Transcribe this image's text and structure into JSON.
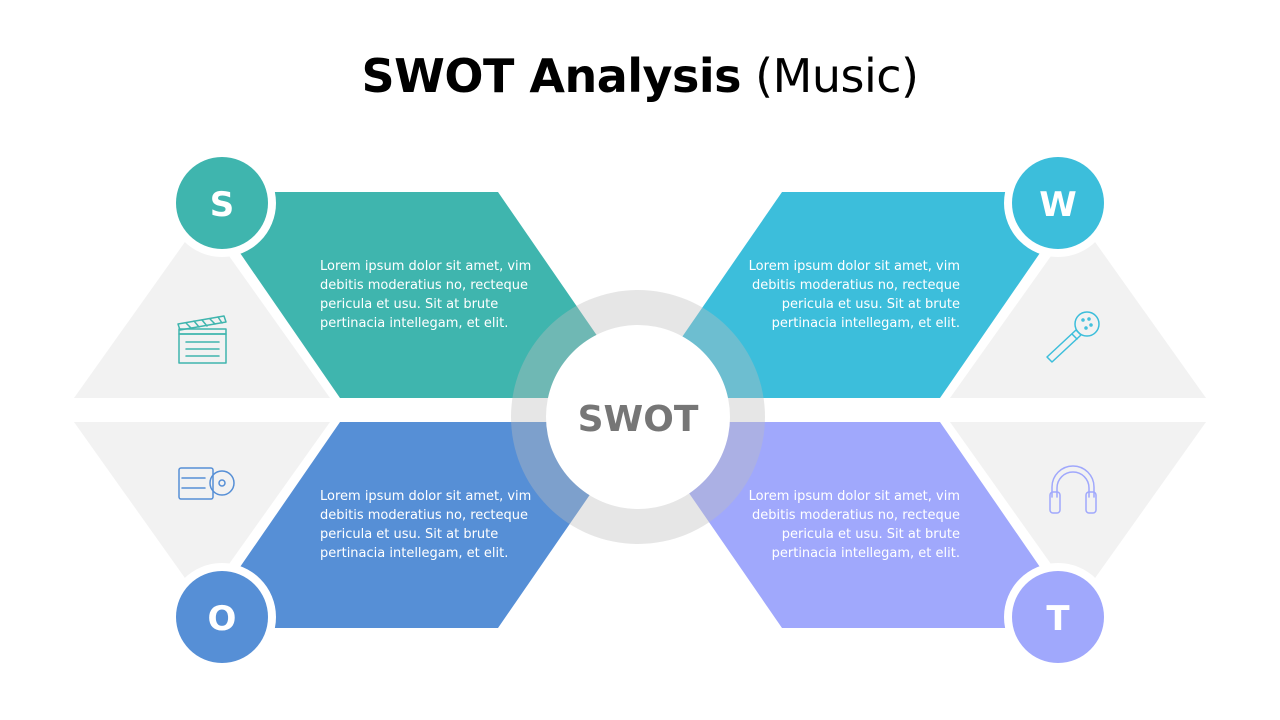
{
  "title": {
    "bold": "SWOT Analysis",
    "light": " (Music)"
  },
  "center_label": "SWOT",
  "quadrants": [
    {
      "key": "strengths",
      "letter": "S",
      "color": "#3fb5ae",
      "icon": "clapperboard-icon",
      "text": "Lorem ipsum dolor sit amet, vim debitis moderatius no, recteque pericula et usu. Sit at brute pertinacia intellegam, et elit."
    },
    {
      "key": "weaknesses",
      "letter": "W",
      "color": "#3cbedb",
      "icon": "microphone-icon",
      "text": "Lorem ipsum dolor sit amet, vim debitis moderatius no, recteque pericula et usu. Sit at brute pertinacia intellegam, et elit."
    },
    {
      "key": "opportunities",
      "letter": "O",
      "color": "#568fd6",
      "icon": "cd-case-icon",
      "text": "Lorem ipsum dolor sit amet, vim debitis moderatius no, recteque pericula et usu. Sit at brute pertinacia intellegam, et elit."
    },
    {
      "key": "threats",
      "letter": "T",
      "color": "#a0a8fc",
      "icon": "headphones-icon",
      "text": "Lorem ipsum dolor sit amet, vim debitis moderatius no, recteque pericula et usu. Sit at brute pertinacia intellegam, et elit."
    }
  ],
  "colors": {
    "background_shape": "#f2f2f2",
    "ring": "#e4e4e4",
    "center_text": "#767676"
  }
}
